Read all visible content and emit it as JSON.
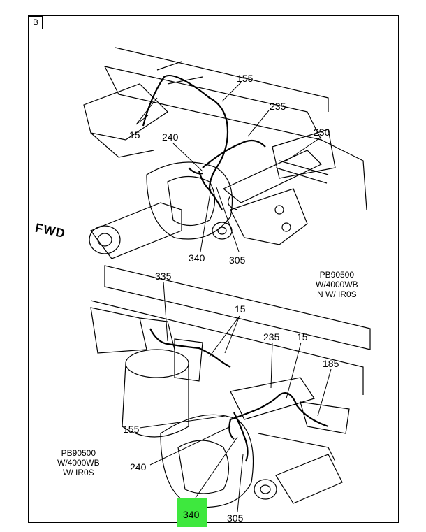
{
  "view_letter": "B",
  "direction": "FWD",
  "top_view": {
    "note_lines": [
      "PB90500",
      "W/4000WB",
      "N W/ IR0S"
    ],
    "callouts": [
      "155",
      "235",
      "230",
      "15",
      "240",
      "340",
      "305"
    ]
  },
  "bottom_view": {
    "note_lines": [
      "PB90500",
      "W/4000WB",
      "W/ IR0S"
    ],
    "callouts": [
      "335",
      "15",
      "235",
      "15",
      "185",
      "155",
      "240",
      "340",
      "305"
    ]
  },
  "highlight": {
    "callout": "340",
    "color": "#3ee83e"
  }
}
